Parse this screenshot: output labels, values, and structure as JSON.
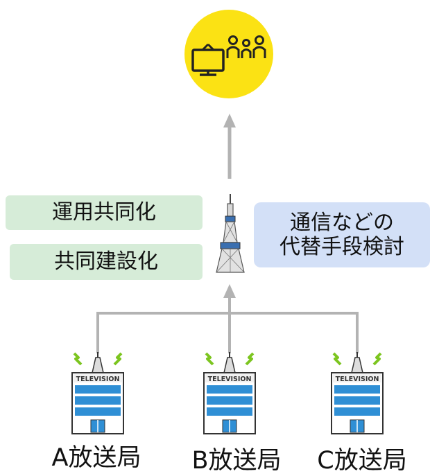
{
  "labels": {
    "operation_sharing": "運用共同化",
    "joint_construction": "共同建設化",
    "alternative_means": "通信などの\n代替手段検討"
  },
  "stations": [
    {
      "name": "A放送局",
      "sign": "TELEVISION"
    },
    {
      "name": "B放送局",
      "sign": "TELEVISION"
    },
    {
      "name": "C放送局",
      "sign": "TELEVISION"
    }
  ],
  "colors": {
    "viewer_circle": "#fbe214",
    "green_box": "#d6ecd8",
    "blue_box": "#d3e0f7",
    "arrow": "#b3b3b3",
    "building_blue": "#2f8fd5"
  },
  "icons": [
    "tv-viewers-icon",
    "broadcast-tower-icon",
    "station-building-icon"
  ]
}
